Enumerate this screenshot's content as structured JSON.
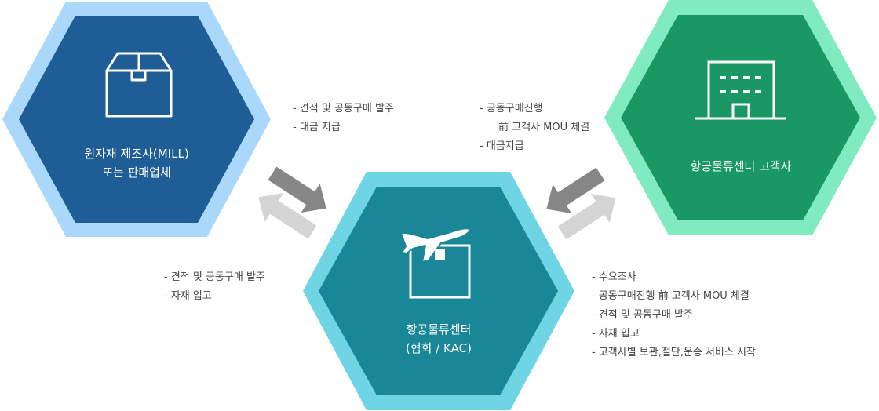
{
  "colors": {
    "mill_outer": "#a9d8fa",
    "mill_inner": "#1e5d96",
    "center_outer": "#6fd4e3",
    "center_inner": "#1a8798",
    "customer_outer": "#80ebc1",
    "customer_inner": "#1a9863",
    "arrow_dark": "#868686",
    "arrow_light": "#d4d4d4"
  },
  "nodes": {
    "mill": {
      "icon": "box-icon",
      "lines": [
        "원자재 제조사(MILL)",
        "또는 판매업체"
      ]
    },
    "center": {
      "icon": "airplane-box-icon",
      "lines": [
        "항공물류센터",
        "(협회 / KAC)"
      ]
    },
    "customer": {
      "icon": "building-icon",
      "lines": [
        "항공물류센터 고객사"
      ]
    }
  },
  "notes": {
    "center_to_mill": [
      "- 견적 및 공동구매 발주",
      "- 대금 지급"
    ],
    "customer_to_center": [
      "- 공동구매진행",
      "前 고객사 MOU 체결",
      "- 대금지급"
    ],
    "mill_to_center": [
      "- 견적 및 공동구매 발주",
      "- 자재 입고"
    ],
    "center_to_customer": [
      "- 수요조사",
      "- 공동구매진행 前 고객사 MOU 체결",
      "- 견적 및 공동구매 발주",
      "- 자재 입고",
      "- 고객사별 보관,절단,운송 서비스 시작"
    ]
  }
}
